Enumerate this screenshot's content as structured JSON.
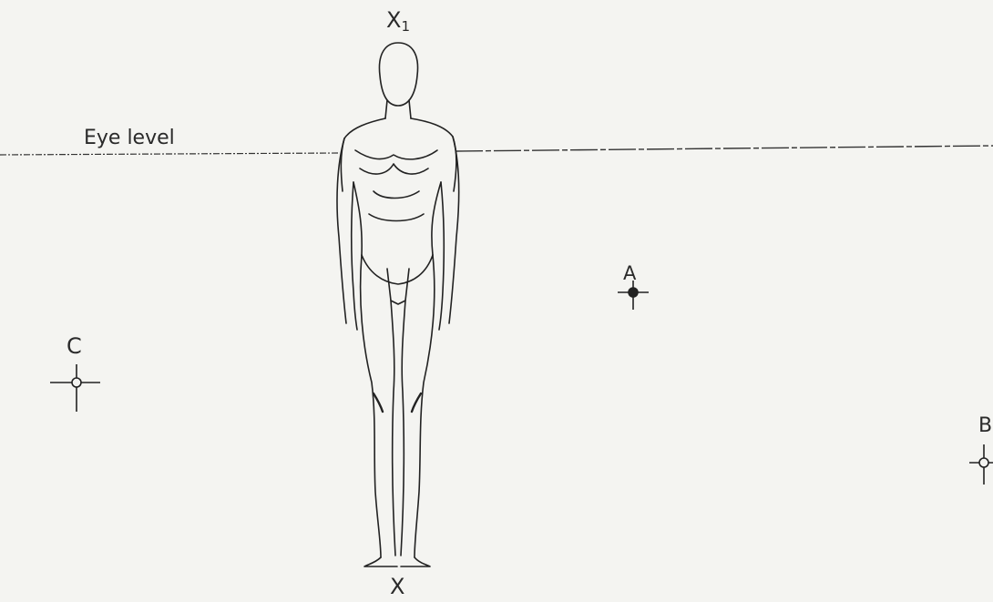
{
  "labels": {
    "eye_level": "Eye level",
    "x1_base": "X",
    "x1_sub": "1",
    "x": "X",
    "a": "A",
    "b": "B",
    "c": "C"
  },
  "colors": {
    "paper": "#f4f4f1",
    "ink": "#2a2a2a"
  }
}
